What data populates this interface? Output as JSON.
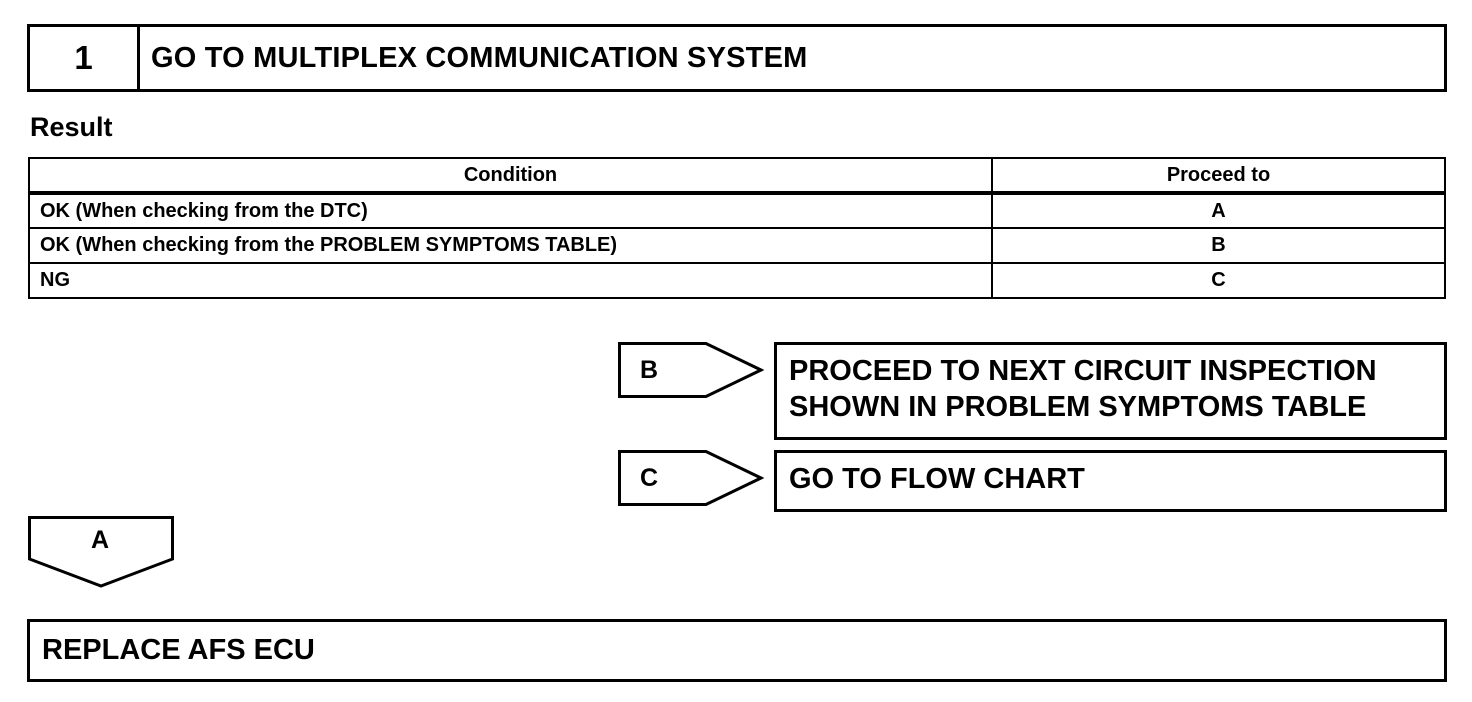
{
  "step": {
    "number": "1",
    "title": "GO TO MULTIPLEX COMMUNICATION SYSTEM"
  },
  "result_label": "Result",
  "result_table": {
    "headers": [
      "Condition",
      "Proceed to"
    ],
    "rows": [
      {
        "condition": "OK (When checking from the DTC)",
        "proceed": "A"
      },
      {
        "condition": "OK (When checking from the PROBLEM SYMPTOMS TABLE)",
        "proceed": "B"
      },
      {
        "condition": "NG",
        "proceed": "C"
      }
    ]
  },
  "branches": {
    "b": {
      "letter": "B",
      "line1": "PROCEED TO NEXT CIRCUIT INSPECTION",
      "line2": "SHOWN IN PROBLEM SYMPTOMS TABLE"
    },
    "c": {
      "letter": "C",
      "text": "GO TO FLOW CHART"
    },
    "a": {
      "letter": "A"
    }
  },
  "final_action": "REPLACE AFS ECU",
  "colors": {
    "ink": "#000000",
    "paper": "#ffffff"
  }
}
